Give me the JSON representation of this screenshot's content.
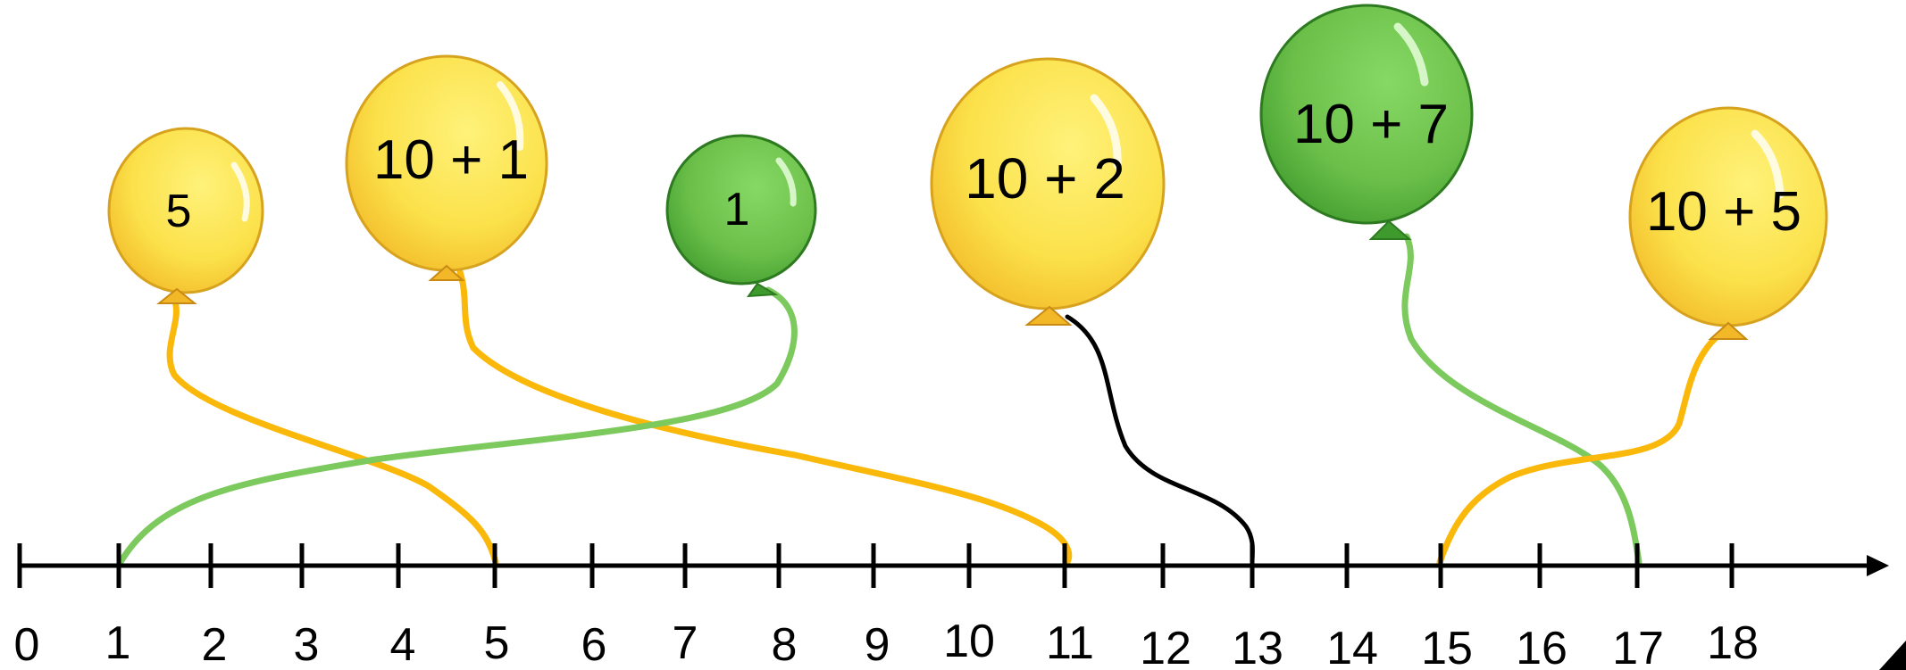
{
  "number_line": {
    "ticks": [
      "0",
      "1",
      "2",
      "3",
      "4",
      "5",
      "6",
      "7",
      "8",
      "9",
      "10",
      "11",
      "12",
      "13",
      "14",
      "15",
      "16",
      "17",
      "18"
    ],
    "line_color": "#000000"
  },
  "balloons": [
    {
      "id": "b5",
      "label": "5",
      "color": "yellow",
      "target": 5
    },
    {
      "id": "b10p1",
      "label": "10 + 1",
      "color": "yellow",
      "target": 11
    },
    {
      "id": "b1",
      "label": "1",
      "color": "green",
      "target": 1
    },
    {
      "id": "b10p2",
      "label": "10 + 2",
      "color": "yellow",
      "target": 13,
      "string_color": "black"
    },
    {
      "id": "b10p7",
      "label": "10 + 7",
      "color": "green",
      "target": 17
    },
    {
      "id": "b10p5",
      "label": "10 + 5",
      "color": "yellow",
      "target": 15
    }
  ],
  "colors": {
    "yellow_fill": "#FBE14A",
    "yellow_shade": "#F2B827",
    "yellow_string": "#F9B80A",
    "green_fill": "#6CC04A",
    "green_shade": "#3E9A2C",
    "green_string": "#7CC95E",
    "black_string": "#000000"
  }
}
